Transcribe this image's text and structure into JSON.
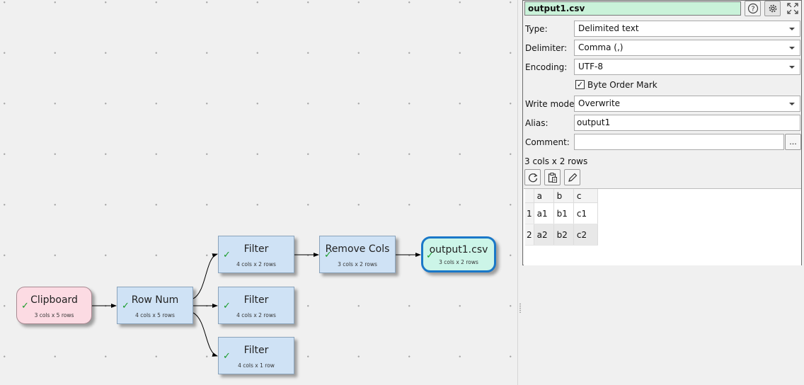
{
  "canvas": {
    "nodes": [
      {
        "id": "clipboard",
        "title": "Clipboard",
        "sub": "3 cols x 5 rows",
        "kind": "input"
      },
      {
        "id": "rownum",
        "title": "Row Num",
        "sub": "4 cols x 5 rows",
        "kind": "transform"
      },
      {
        "id": "filter1",
        "title": "Filter",
        "sub": "4 cols x 2 rows",
        "kind": "transform"
      },
      {
        "id": "filter2",
        "title": "Filter",
        "sub": "4 cols x 2 rows",
        "kind": "transform"
      },
      {
        "id": "filter3",
        "title": "Filter",
        "sub": "4 cols x 1 row",
        "kind": "transform"
      },
      {
        "id": "removecols",
        "title": "Remove Cols",
        "sub": "3 cols x 2 rows",
        "kind": "transform"
      },
      {
        "id": "output1",
        "title": "output1.csv",
        "sub": "3 cols x 2 rows",
        "kind": "output"
      }
    ],
    "check_glyph": "✓"
  },
  "panel": {
    "name": "output1.csv",
    "type_label": "Type:",
    "type_value": "Delimited text",
    "delimiter_label": "Delimiter:",
    "delimiter_value": "Comma (,)",
    "encoding_label": "Encoding:",
    "encoding_value": "UTF-8",
    "bom_label": "Byte Order Mark",
    "bom_checked": true,
    "write_mode_label": "Write mode:",
    "write_mode_value": "Overwrite",
    "alias_label": "Alias:",
    "alias_value": "output1",
    "comment_label": "Comment:",
    "comment_value": "",
    "comment_more": "...",
    "dims": "3 cols x 2 rows",
    "table": {
      "columns": [
        "a",
        "b",
        "c"
      ],
      "rows": [
        {
          "num": "1",
          "cells": [
            "a1",
            "b1",
            "c1"
          ]
        },
        {
          "num": "2",
          "cells": [
            "a2",
            "b2",
            "c2"
          ]
        }
      ]
    },
    "icons": [
      "help-icon",
      "settings-icon",
      "maximize-icon",
      "refresh-icon",
      "paste-icon",
      "edit-icon"
    ],
    "colors": {
      "name_bg": "#c9f2d9",
      "node_blue": "#cfe2f5",
      "node_pink": "#fcdbe3",
      "node_output": "#ccf5e8",
      "output_border": "#1a78c8",
      "check_green": "#1a9c2a"
    }
  }
}
